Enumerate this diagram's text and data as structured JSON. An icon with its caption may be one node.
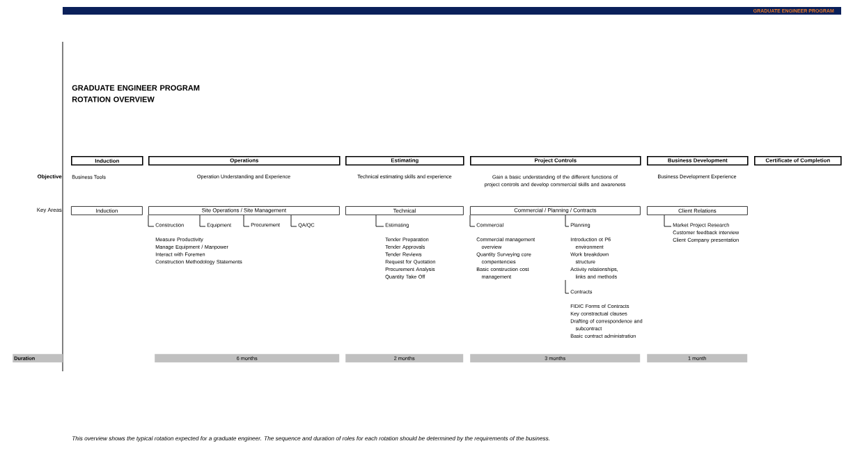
{
  "diagram": {
    "title": "GRADUATE ENGINEER PROGRAM ROTATION OVERVIEW",
    "caption": "This overview shows the typical rotation expected for a graduate engineer.  The sequence and duration of roles for each rotation should be determined by the requirements of the business.",
    "nodes": [
      {
        "text": [
          "Induction"
        ]
      },
      {
        "text": [
          "Operations"
        ]
      },
      {
        "text": [
          "Estimating"
        ]
      },
      {
        "text": [
          "Project Controls"
        ]
      },
      {
        "text": [
          "Business Development"
        ]
      },
      {
        "text": [
          "Certificate of Completion"
        ]
      },
      {
        "text": [
          "Induction"
        ]
      },
      {
        "text": [
          "Site Operations / Site Management"
        ]
      },
      {
        "text": [
          "Technical"
        ]
      },
      {
        "text": [
          "Commercial / Planning / Contracts"
        ]
      },
      {
        "text": [
          "Client Relations"
        ]
      },
      {
        "text": [
          "Construction",
          "Measure Productivity",
          "Manage Equipment / Manpower",
          "Interact with Foremen",
          "Construction Methodology Statements"
        ]
      },
      {
        "text": [
          "Equipment"
        ]
      },
      {
        "text": [
          "Procurement"
        ]
      },
      {
        "text": [
          "QA/QC"
        ]
      },
      {
        "text": [
          "Estimating",
          "Tender Preparation",
          "Tender Approvals",
          "Tender Reviews",
          "Request for Quotation",
          "Procurement Analysis",
          "Quantity Take Off"
        ]
      },
      {
        "text": [
          "Commercial",
          "Commercial management overview",
          "Quantity Surveying core compentencies",
          "Basic construction cost management"
        ]
      },
      {
        "text": [
          "Planning",
          "Introduction ot P6 environment",
          "Work breakdown structure",
          "Activity relationships, links and methods"
        ]
      },
      {
        "text": [
          "Contracts",
          "FIDIC Forms of Contracts",
          "Key constractual clauses",
          "Drafting of correspondence and subcontract",
          "Basic contract administration"
        ]
      },
      {
        "text": [
          "Market Project Research",
          "Customer feedback interview",
          "Client Company presentation"
        ]
      },
      {
        "text": [
          "Duration"
        ]
      },
      {
        "text": [
          "6 months"
        ]
      },
      {
        "text": [
          "2 months"
        ]
      },
      {
        "text": [
          "3 months"
        ]
      },
      {
        "text": [
          "1 month"
        ]
      }
    ],
    "edges": [
      {
        "from": 7,
        "to": 11,
        "arrow": "none"
      },
      {
        "from": 7,
        "to": 12,
        "arrow": "none"
      },
      {
        "from": 7,
        "to": 13,
        "arrow": "none"
      },
      {
        "from": 7,
        "to": 14,
        "arrow": "none"
      },
      {
        "from": 8,
        "to": 15,
        "arrow": "none"
      },
      {
        "from": 9,
        "to": 16,
        "arrow": "none"
      },
      {
        "from": 9,
        "to": 17,
        "arrow": "none"
      },
      {
        "from": 17,
        "to": 18,
        "arrow": "none"
      },
      {
        "from": 10,
        "to": 19,
        "arrow": "none"
      }
    ],
    "labels": [
      "GRADUATE ENGINEER PROGRAM",
      "Objective",
      "Business Tools",
      "Operation Understanding and Experience",
      "Technical estimating skills and experience",
      "Gain a basic understanding of the different functions of project controls and develop commercial skills and awareness",
      "Business Development Experience",
      "Key Areas"
    ]
  }
}
